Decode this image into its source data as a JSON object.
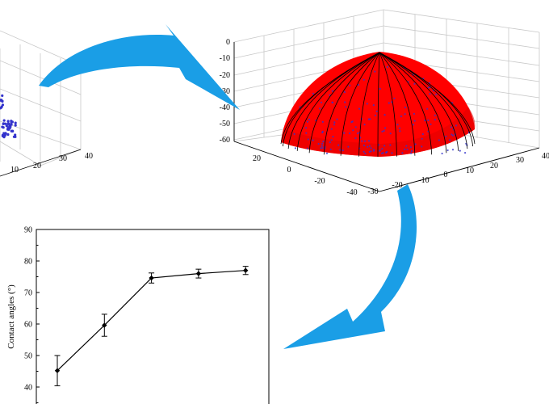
{
  "chart_data": [
    {
      "type": "scatter3d",
      "x_ticks": [
        "10",
        "20",
        "30",
        "40"
      ],
      "points": "partial blue point cloud (cropped at left edge)"
    },
    {
      "type": "surface3d",
      "z_ticks": [
        "0",
        "-10",
        "-20",
        "-30",
        "-40",
        "-50",
        "-60"
      ],
      "y_ticks": [
        "20",
        "0",
        "-20",
        "-40"
      ],
      "x_ticks": [
        "-30",
        "-20",
        "-10",
        "0",
        "10",
        "20",
        "30",
        "40"
      ],
      "surface_color": "#ff0000",
      "points_color": "#3333cc",
      "mesh_lines": 16
    },
    {
      "type": "line",
      "ylabel": "Contact angles (°)",
      "ylim": [
        35,
        90
      ],
      "y_ticks": [
        40,
        50,
        60,
        70,
        80,
        90
      ],
      "x": [
        1,
        2,
        3,
        4,
        5
      ],
      "values": [
        45.2,
        59.6,
        74.6,
        76.0,
        77.0
      ],
      "errors": [
        4.8,
        3.5,
        1.6,
        1.4,
        1.3
      ],
      "color": "#000000"
    }
  ],
  "arrows": {
    "color": "#1a9ee6"
  }
}
